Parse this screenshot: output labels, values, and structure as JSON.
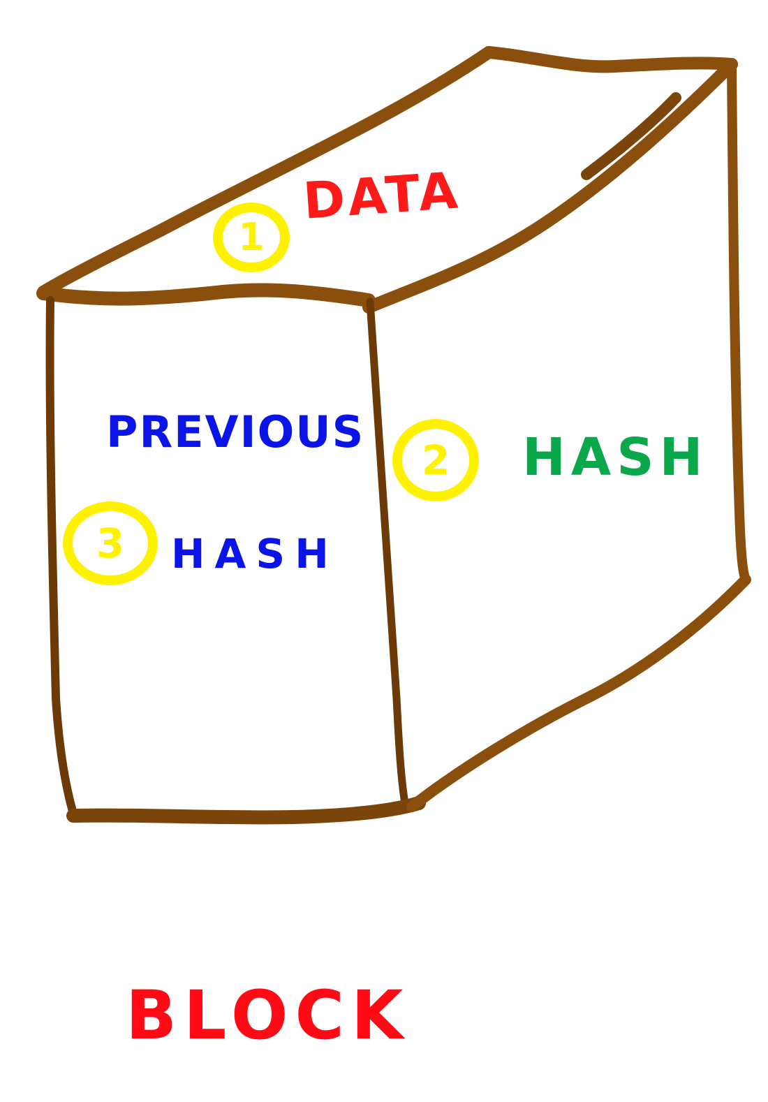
{
  "diagram": {
    "title": "BLOCK",
    "type": "hand-drawn 3D box (blockchain block)",
    "components": [
      {
        "number": "1",
        "label": "DATA",
        "face": "top",
        "label_color": "#ff1a1a"
      },
      {
        "number": "2",
        "label": "HASH",
        "face": "right",
        "label_color": "#0aa84a"
      },
      {
        "number": "3",
        "label_line1": "PREVIOUS",
        "label_line2": "HASH",
        "face": "front",
        "label_color": "#0a14e6"
      }
    ]
  },
  "labels": {
    "data": "DATA",
    "hash": "HASH",
    "previous": "PREVIOUS",
    "previous_hash": "HASH",
    "block": "BLOCK"
  },
  "badges": {
    "one": "1",
    "two": "2",
    "three": "3"
  },
  "colors": {
    "outline": "#8a4f0c",
    "outline_dark": "#6b3a06",
    "badge": "#fff200",
    "data": "#ff1a1a",
    "hash": "#0aa84a",
    "previous_hash": "#0a14e6",
    "block": "#ff0a14",
    "background": "#ffffff"
  }
}
